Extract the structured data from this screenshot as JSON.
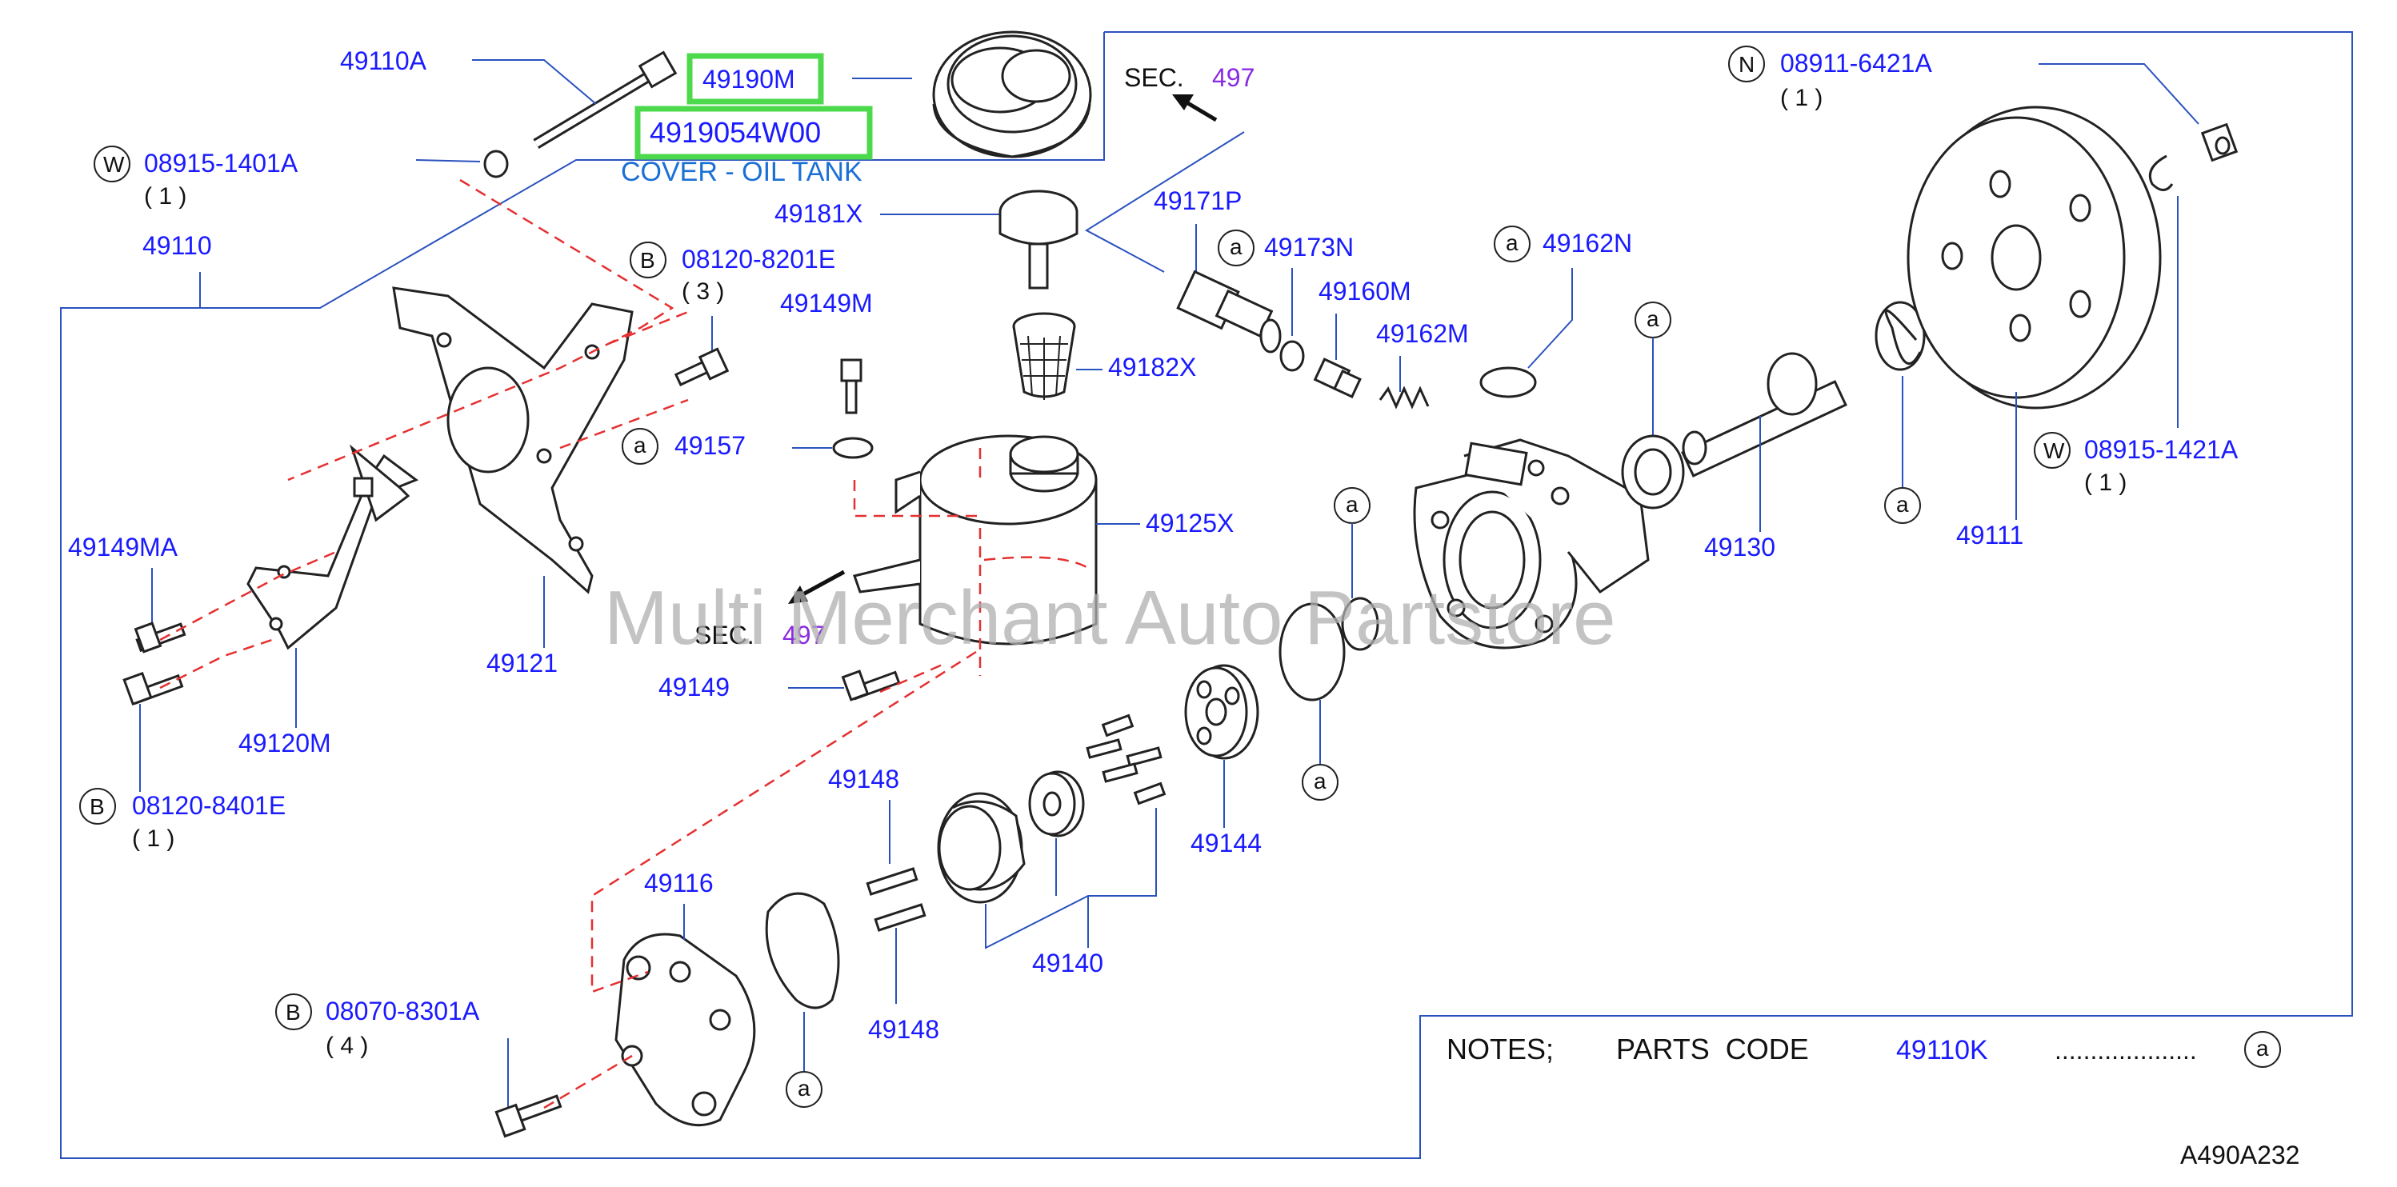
{
  "callouts": {
    "p49110A": "49110A",
    "p49190M": "49190M",
    "p4919054W00": "4919054W00",
    "cover_caption": "COVER - OIL TANK",
    "w_08915_1401A": "08915-1401A",
    "w_08915_1401A_qty": "( 1 )",
    "p49110": "49110",
    "p49181X": "49181X",
    "p49171P": "49171P",
    "p49173N": "49173N",
    "p49162N": "49162N",
    "n_08911_6421A": "08911-6421A",
    "n_08911_6421A_qty": "( 1 )",
    "b_08120_8201E": "08120-8201E",
    "b_08120_8201E_qty": "( 3 )",
    "p49149M": "49149M",
    "p49160M": "49160M",
    "p49162M": "49162M",
    "p49182X": "49182X",
    "p49157": "49157",
    "p49125X": "49125X",
    "p49149MA": "49149MA",
    "p49121": "49121",
    "p49149": "49149",
    "p49120M": "49120M",
    "b_08120_8401E": "08120-8401E",
    "b_08120_8401E_qty": "( 1 )",
    "p49148_top": "49148",
    "p49148_bottom": "49148",
    "p49116": "49116",
    "p49140": "49140",
    "p49144": "49144",
    "p49130": "49130",
    "p49111": "49111",
    "w_08915_1421A": "08915-1421A",
    "w_08915_1421A_qty": "( 1 )",
    "b_08070_8301A": "08070-8301A",
    "b_08070_8301A_qty": "( 4 )"
  },
  "sections": {
    "sec_label": "SEC.",
    "sec_number": "497"
  },
  "circle_letters": {
    "w": "W",
    "b": "B",
    "n": "N",
    "a": "a"
  },
  "notes": {
    "notes_label": "NOTES;",
    "parts_code_label": "PARTS  CODE",
    "parts_code_value": "49110K",
    "dots": "....................",
    "symbol": "a"
  },
  "watermark": "Multi Merchant Auto Partstore",
  "diagram_code": "A490A232",
  "colors": {
    "callout_text": "#1a1aff",
    "section_number": "#8a2be2",
    "highlight_box": "#4cd94c",
    "leader_line": "#2a52be",
    "dashed_guide": "#e53030"
  }
}
